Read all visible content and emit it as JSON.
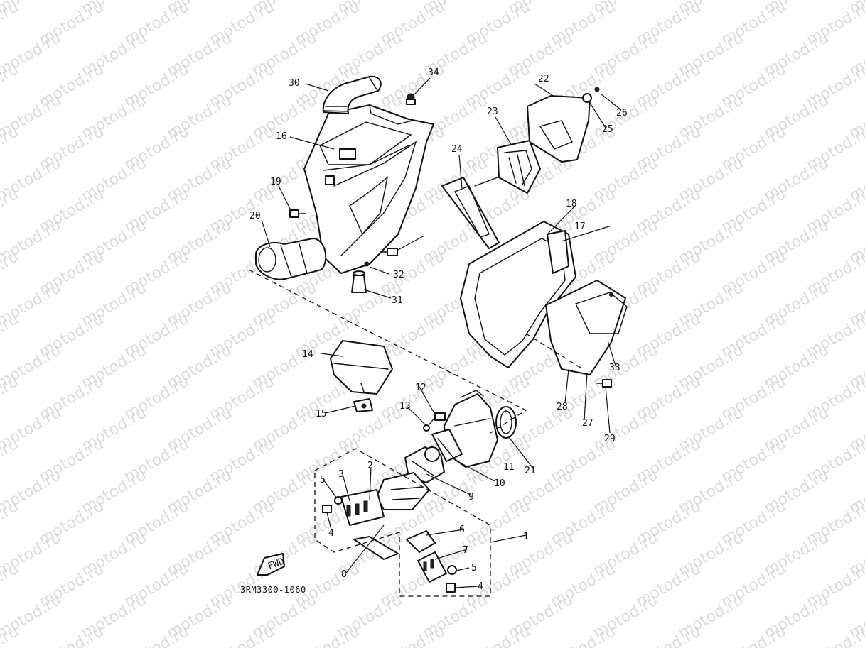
{
  "watermark": "motod.ru",
  "diagram_code": "3RM3300-1060",
  "fwd_label": "FWD",
  "callouts": [
    "1",
    "2",
    "3",
    "4",
    "4",
    "5",
    "5",
    "6",
    "7",
    "8",
    "9",
    "10",
    "11",
    "12",
    "13",
    "14",
    "15",
    "16",
    "17",
    "18",
    "19",
    "20",
    "21",
    "22",
    "23",
    "24",
    "25",
    "26",
    "27",
    "28",
    "29",
    "30",
    "31",
    "32",
    "33",
    "34"
  ]
}
